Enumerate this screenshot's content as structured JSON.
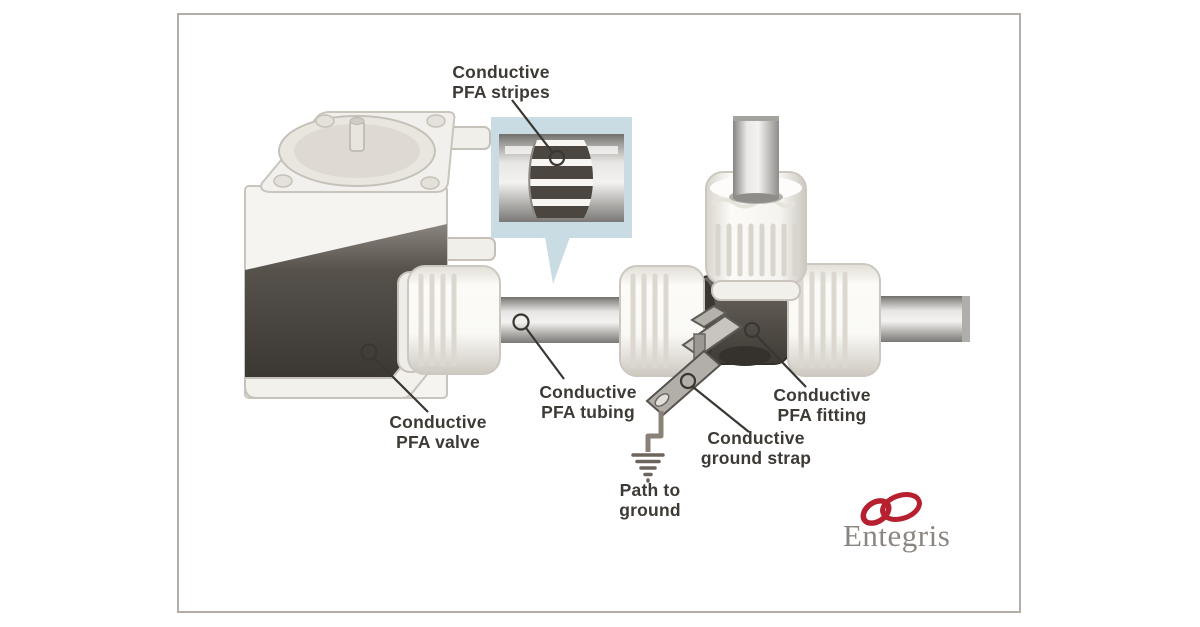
{
  "labels": {
    "stripes": [
      "Conductive",
      "PFA stripes"
    ],
    "valve": [
      "Conductive",
      "PFA valve"
    ],
    "tubing": [
      "Conductive",
      "PFA tubing"
    ],
    "fitting": [
      "Conductive",
      "PFA fitting"
    ],
    "strap": [
      "Conductive",
      "ground strap"
    ],
    "ground": [
      "Path to",
      "ground"
    ]
  },
  "logo": {
    "name": "Entegris"
  },
  "icons": {
    "ground_symbol": "earth-ground-icon",
    "logo_rings": "entegris-rings-icon"
  },
  "colors": {
    "callout_blue": "#c9dce3",
    "dark_component": "#45413c",
    "tee_body": "#57524b",
    "leader_line": "#3a3631",
    "nut_white": "#fbfaf7",
    "logo_red": "#b6202f",
    "logo_gray": "#8b8681",
    "frame_border": "#b3ada7",
    "ground_wire": "#8a8178"
  }
}
